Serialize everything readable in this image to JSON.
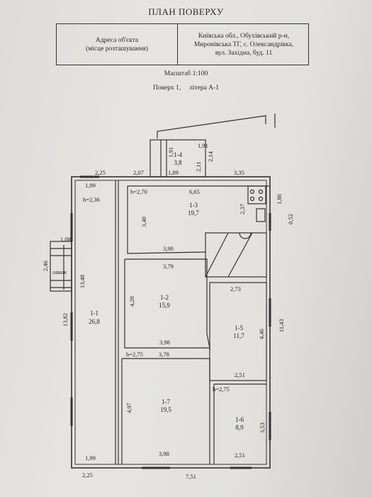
{
  "title": "ПЛАН ПОВЕРХУ",
  "address": {
    "label_line1": "Адреса об'єкта",
    "label_line2": "(місце розташування)",
    "value_line1": "Київська обл., Обухівський р-н,",
    "value_line2": "Миронівська ТГ, с. Олександрівка,",
    "value_line3": "вул. Західна, буд. 11"
  },
  "scale": "Масштаб 1:100",
  "floor_info": "Поверх 1,     літера А-1",
  "rooms": {
    "r1_1": {
      "id": "1-1",
      "area": "26,8"
    },
    "r1_2": {
      "id": "1-2",
      "area": "15,9"
    },
    "r1_3": {
      "id": "1-3",
      "area": "19,7"
    },
    "r1_4": {
      "id": "1-4",
      "area": "3,8"
    },
    "r1_5": {
      "id": "1-5",
      "area": "11,7"
    },
    "r1_6": {
      "id": "1-6",
      "area": "8,9"
    },
    "r1_7": {
      "id": "1-7",
      "area": "19,5"
    }
  },
  "labels": {
    "porch": "ганок",
    "porch_width": "1,08",
    "porch_height": "2,46",
    "top_2_25": "2,25",
    "top_2_07": "2,07",
    "top_1_89": "1,89",
    "top_3_35": "3,35",
    "top_1_99": "1,99",
    "h_2_36": "h=2,36",
    "h_2_70": "h=2,70",
    "d_6_65": "6,65",
    "d_1_86": "1,86",
    "d_0_52": "0,52",
    "d_2_37": "2,37",
    "d_3_40": "3,40",
    "d_1_91v": "1,91",
    "d_1_91h": "1,91",
    "d_2_11": "2,11",
    "d_2_14": "2,14",
    "d_3_90": "3,90",
    "d_3_79": "3,79",
    "d_13_48": "13,48",
    "d_13_82": "13,82",
    "d_4_20": "4,20",
    "d_2_73": "2,73",
    "d_11_43": "11,43",
    "d_4_46": "4,46",
    "d_3_98_mid": "3,98",
    "h_2_75_left": "h=2,75",
    "d_3_78": "3,78",
    "d_2_51_mid": "2,51",
    "h_2_75_right": "h=2,75",
    "d_4_97": "4,97",
    "d_3_53": "3,53",
    "d_1_99_bottom": "1,99",
    "d_3_98_bottom": "3,98",
    "d_2_51_bottom": "2,51",
    "d_2_25_bottom": "2,25",
    "d_7_51": "7,51"
  }
}
